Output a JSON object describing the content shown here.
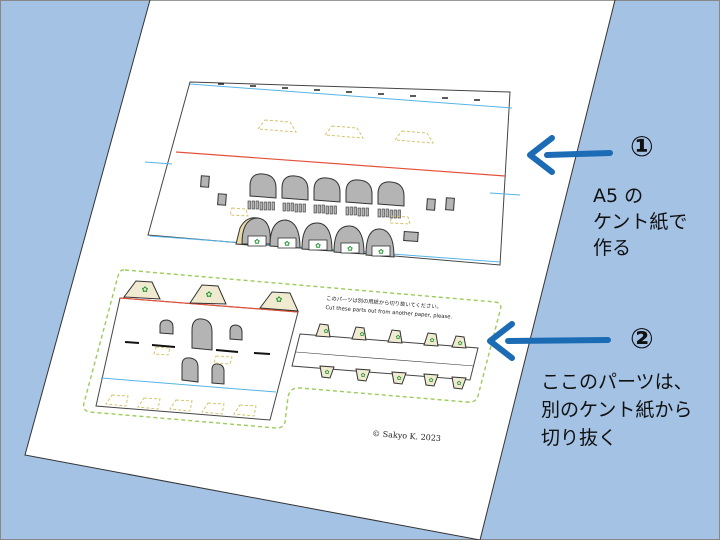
{
  "callouts": [
    {
      "number": "①",
      "lines": [
        "A5 の",
        "ケント紙で",
        "作る"
      ]
    },
    {
      "number": "②",
      "lines": [
        "ここのパーツは、",
        "別のケント紙から",
        "切り抜く"
      ]
    }
  ],
  "sheet": {
    "note_jp": "このパーツは別の用紙から切り抜いてください。",
    "note_en": "Cut these parts out from another paper, please.",
    "copyright": "© Sakyo K.  2023"
  },
  "colors": {
    "background": "#a4c2e4",
    "arrow": "#1c6bb5",
    "fold_red": "#e4513a",
    "fold_blue": "#56b4e6",
    "dash_green": "#9ccc5a",
    "dash_yellow": "#d6c36a",
    "part_gray": "#b4b4b4"
  }
}
